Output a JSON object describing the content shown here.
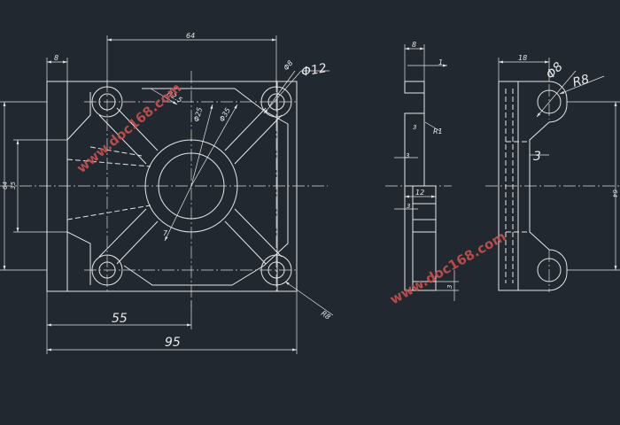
{
  "colors": {
    "background": "#212830",
    "line": "#e6e6e6",
    "watermark": "#c85050"
  },
  "watermark": "www.doc168.com",
  "front_view": {
    "dim_64": "64",
    "dim_8": "8",
    "dim_phi12": "Φ12",
    "dim_phi8": "Φ8",
    "dim_r8": "R8",
    "dim_r2_5": "R2.5",
    "dim_phi25": "Φ25",
    "dim_phi35": "Φ35",
    "dim_64_left": "64",
    "dim_35": "35",
    "dim_7": "7",
    "dim_55": "55",
    "dim_95": "95"
  },
  "section_view": {
    "dim_8": "8",
    "dim_1": "1",
    "dim_r1": "R1",
    "dim_3a": "3",
    "dim_3b": "3",
    "dim_12": "12",
    "dim_3c": "3",
    "dim_3d": "3"
  },
  "side_view": {
    "dim_18": "18",
    "dim_phi8": "Φ8",
    "dim_r8": "R8",
    "dim_3": "3",
    "dim_64": "64"
  }
}
